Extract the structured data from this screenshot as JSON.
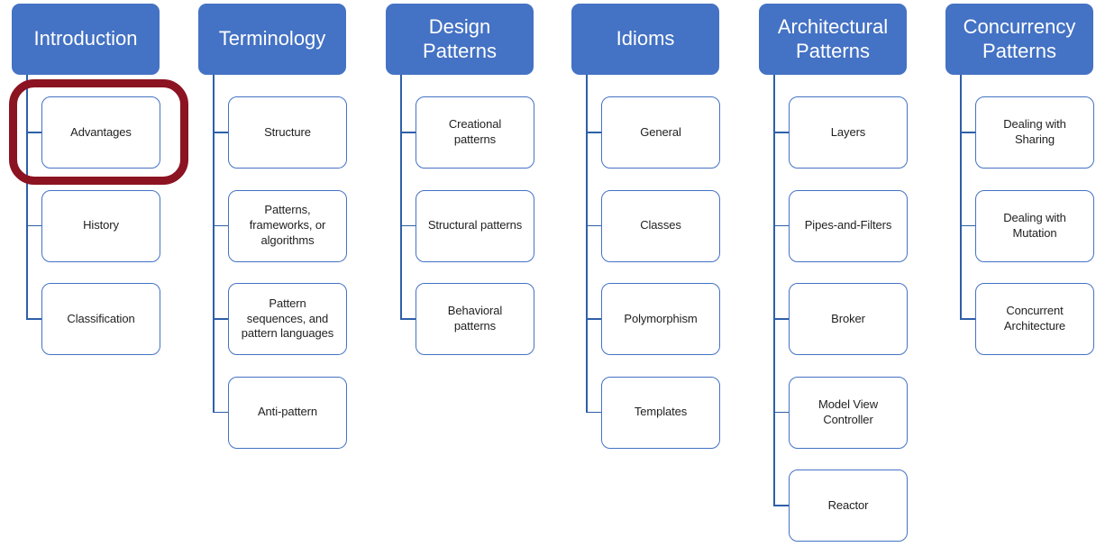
{
  "diagram": {
    "type": "hierarchy-smartart",
    "columns": [
      {
        "title": "Introduction",
        "children": [
          {
            "label": "Advantages",
            "highlighted": true
          },
          {
            "label": "History",
            "highlighted": false
          },
          {
            "label": "Classification",
            "highlighted": false
          }
        ]
      },
      {
        "title": "Terminology",
        "children": [
          {
            "label": "Structure",
            "highlighted": false
          },
          {
            "label": "Patterns, frameworks, or algorithms",
            "highlighted": false
          },
          {
            "label": "Pattern sequences, and pattern languages",
            "highlighted": false
          },
          {
            "label": "Anti-pattern",
            "highlighted": false
          }
        ]
      },
      {
        "title": "Design Patterns",
        "children": [
          {
            "label": "Creational patterns",
            "highlighted": false
          },
          {
            "label": "Structural patterns",
            "highlighted": false
          },
          {
            "label": "Behavioral patterns",
            "highlighted": false
          }
        ]
      },
      {
        "title": "Idioms",
        "children": [
          {
            "label": "General",
            "highlighted": false
          },
          {
            "label": "Classes",
            "highlighted": false
          },
          {
            "label": "Polymorphism",
            "highlighted": false
          },
          {
            "label": "Templates",
            "highlighted": false
          }
        ]
      },
      {
        "title": "Architectural Patterns",
        "children": [
          {
            "label": "Layers",
            "highlighted": false
          },
          {
            "label": "Pipes-and-Filters",
            "highlighted": false
          },
          {
            "label": "Broker",
            "highlighted": false
          },
          {
            "label": "Model View Controller",
            "highlighted": false
          },
          {
            "label": "Reactor",
            "highlighted": false
          }
        ]
      },
      {
        "title": "Concurrency Patterns",
        "children": [
          {
            "label": "Dealing with Sharing",
            "highlighted": false
          },
          {
            "label": "Dealing with Mutation",
            "highlighted": false
          },
          {
            "label": "Concurrent Architecture",
            "highlighted": false
          }
        ]
      }
    ],
    "colors": {
      "header_fill": "#4472C4",
      "header_text": "#FFFFFF",
      "child_fill": "#FFFFFF",
      "child_border": "#4472C4",
      "child_text": "#1F1F1F",
      "connector": "#2E5FA8",
      "highlight": "#8C1322",
      "background": "#FFFFFF"
    }
  }
}
